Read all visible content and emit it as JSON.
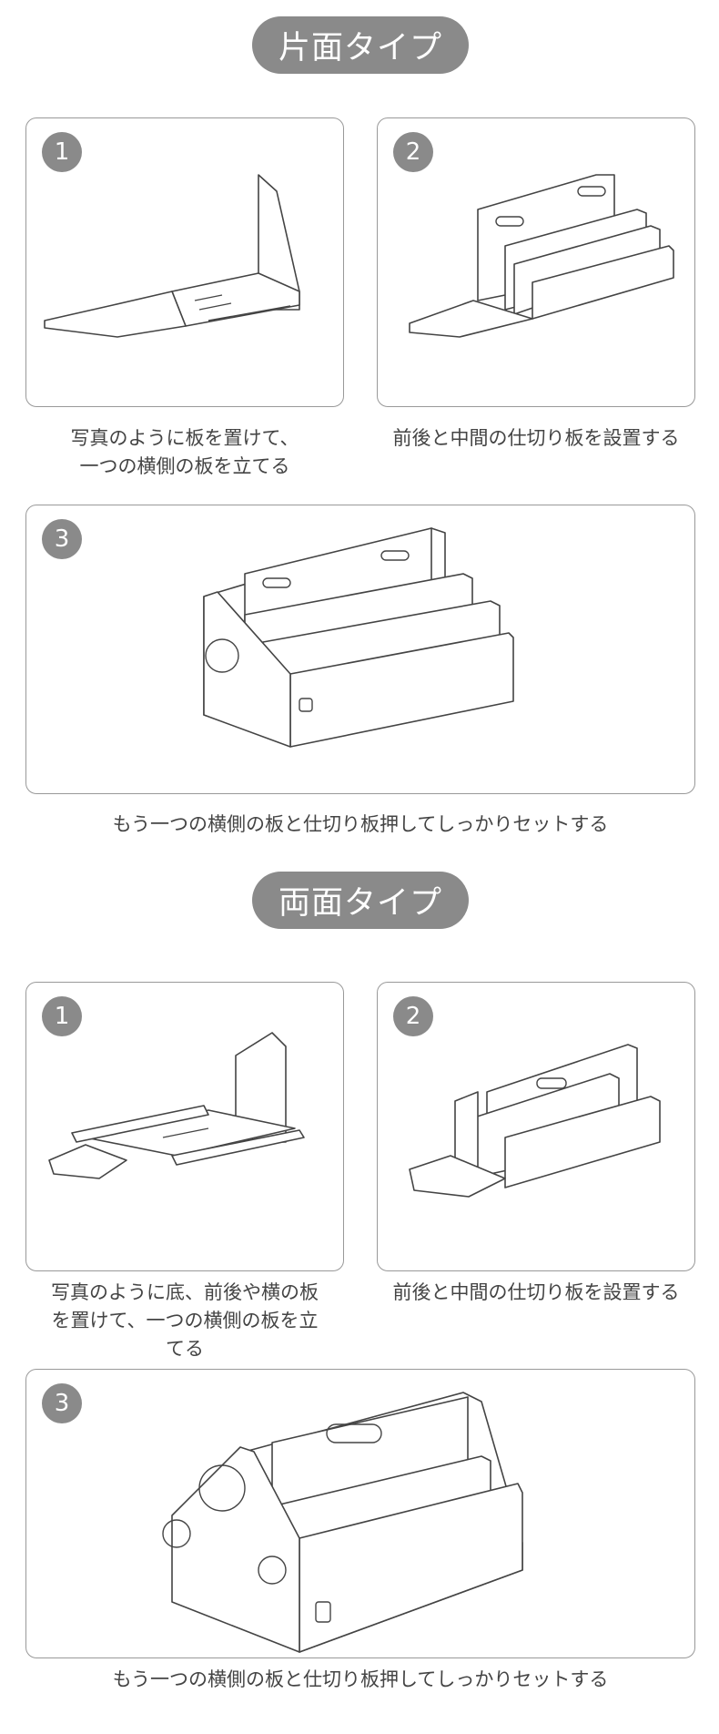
{
  "sections": [
    {
      "title": "片面タイプ",
      "steps": [
        {
          "number": "1",
          "caption_lines": [
            "写真のように板を置けて、",
            "一つの横側の板を立てる"
          ]
        },
        {
          "number": "2",
          "caption_lines": [
            "前後と中間の仕切り板を設置する"
          ]
        },
        {
          "number": "3",
          "caption_lines": [
            "もう一つの横側の板と仕切り板押してしっかりセットする"
          ]
        }
      ]
    },
    {
      "title": "両面タイプ",
      "steps": [
        {
          "number": "1",
          "caption_lines": [
            "写真のように底、前後や横の板",
            "を置けて、一つの横側の板を立",
            "てる"
          ]
        },
        {
          "number": "2",
          "caption_lines": [
            "前後と中間の仕切り板を設置する"
          ]
        },
        {
          "number": "3",
          "caption_lines": [
            "もう一つの横側の板と仕切り板押してしっかりセットする"
          ]
        }
      ]
    }
  ]
}
